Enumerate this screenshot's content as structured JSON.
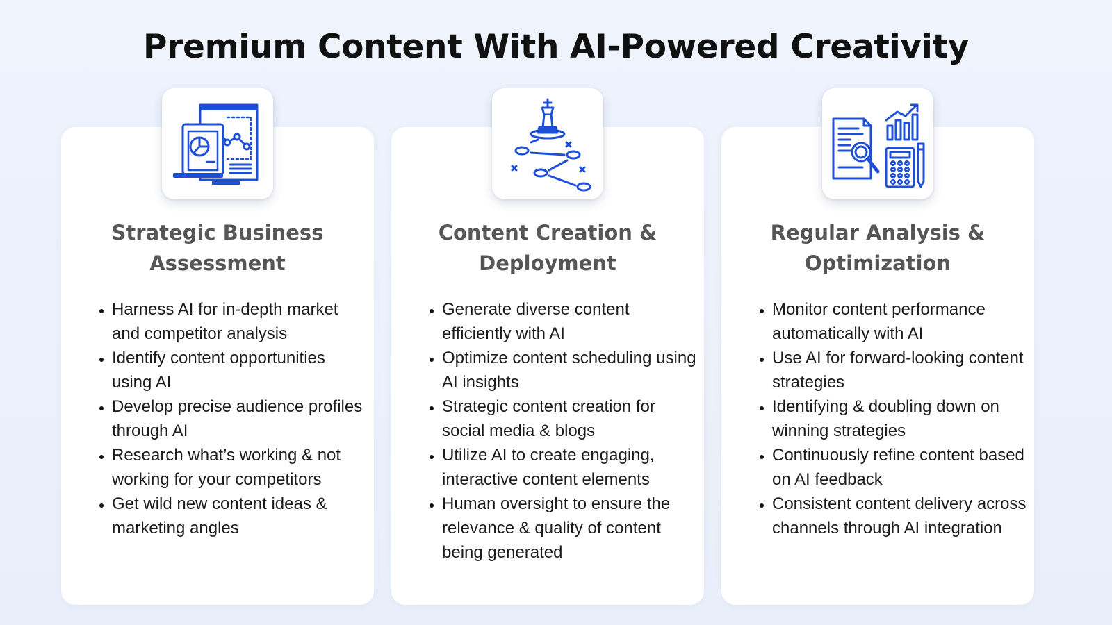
{
  "page": {
    "title": "Premium Content With AI-Powered Creativity"
  },
  "theme": {
    "background": "#eef3fc",
    "card": "#ffffff",
    "icon_blue": "#1d4fd8",
    "title_color": "#111111",
    "card_title_color": "#565656",
    "text_color": "#1c1c1c"
  },
  "cards": [
    {
      "icon": "report-analytics-icon",
      "title": "Strategic Business Assessment",
      "bullets": [
        "Harness AI for in-depth market and competitor analysis",
        "Identify content opportunities using AI",
        "Develop precise audience profiles through AI",
        "Research what’s working & not working for your competitors",
        "Get wild new content ideas & marketing angles"
      ]
    },
    {
      "icon": "chess-strategy-icon",
      "title": "Content Creation & Deployment",
      "bullets": [
        "Generate diverse content efficiently with AI",
        "Optimize content scheduling using AI insights",
        "Strategic content creation for social media & blogs",
        "Utilize AI to create engaging, interactive content elements",
        "Human oversight to ensure the relevance & quality of content being generated"
      ]
    },
    {
      "icon": "document-analysis-icon",
      "title": "Regular Analysis & Optimization",
      "bullets": [
        "Monitor content performance automatically with AI",
        "Use AI for forward-looking content strategies",
        "Identifying & doubling down on winning strategies",
        "Continuously refine content based on AI feedback",
        "Consistent content delivery across channels through AI integration"
      ]
    }
  ]
}
